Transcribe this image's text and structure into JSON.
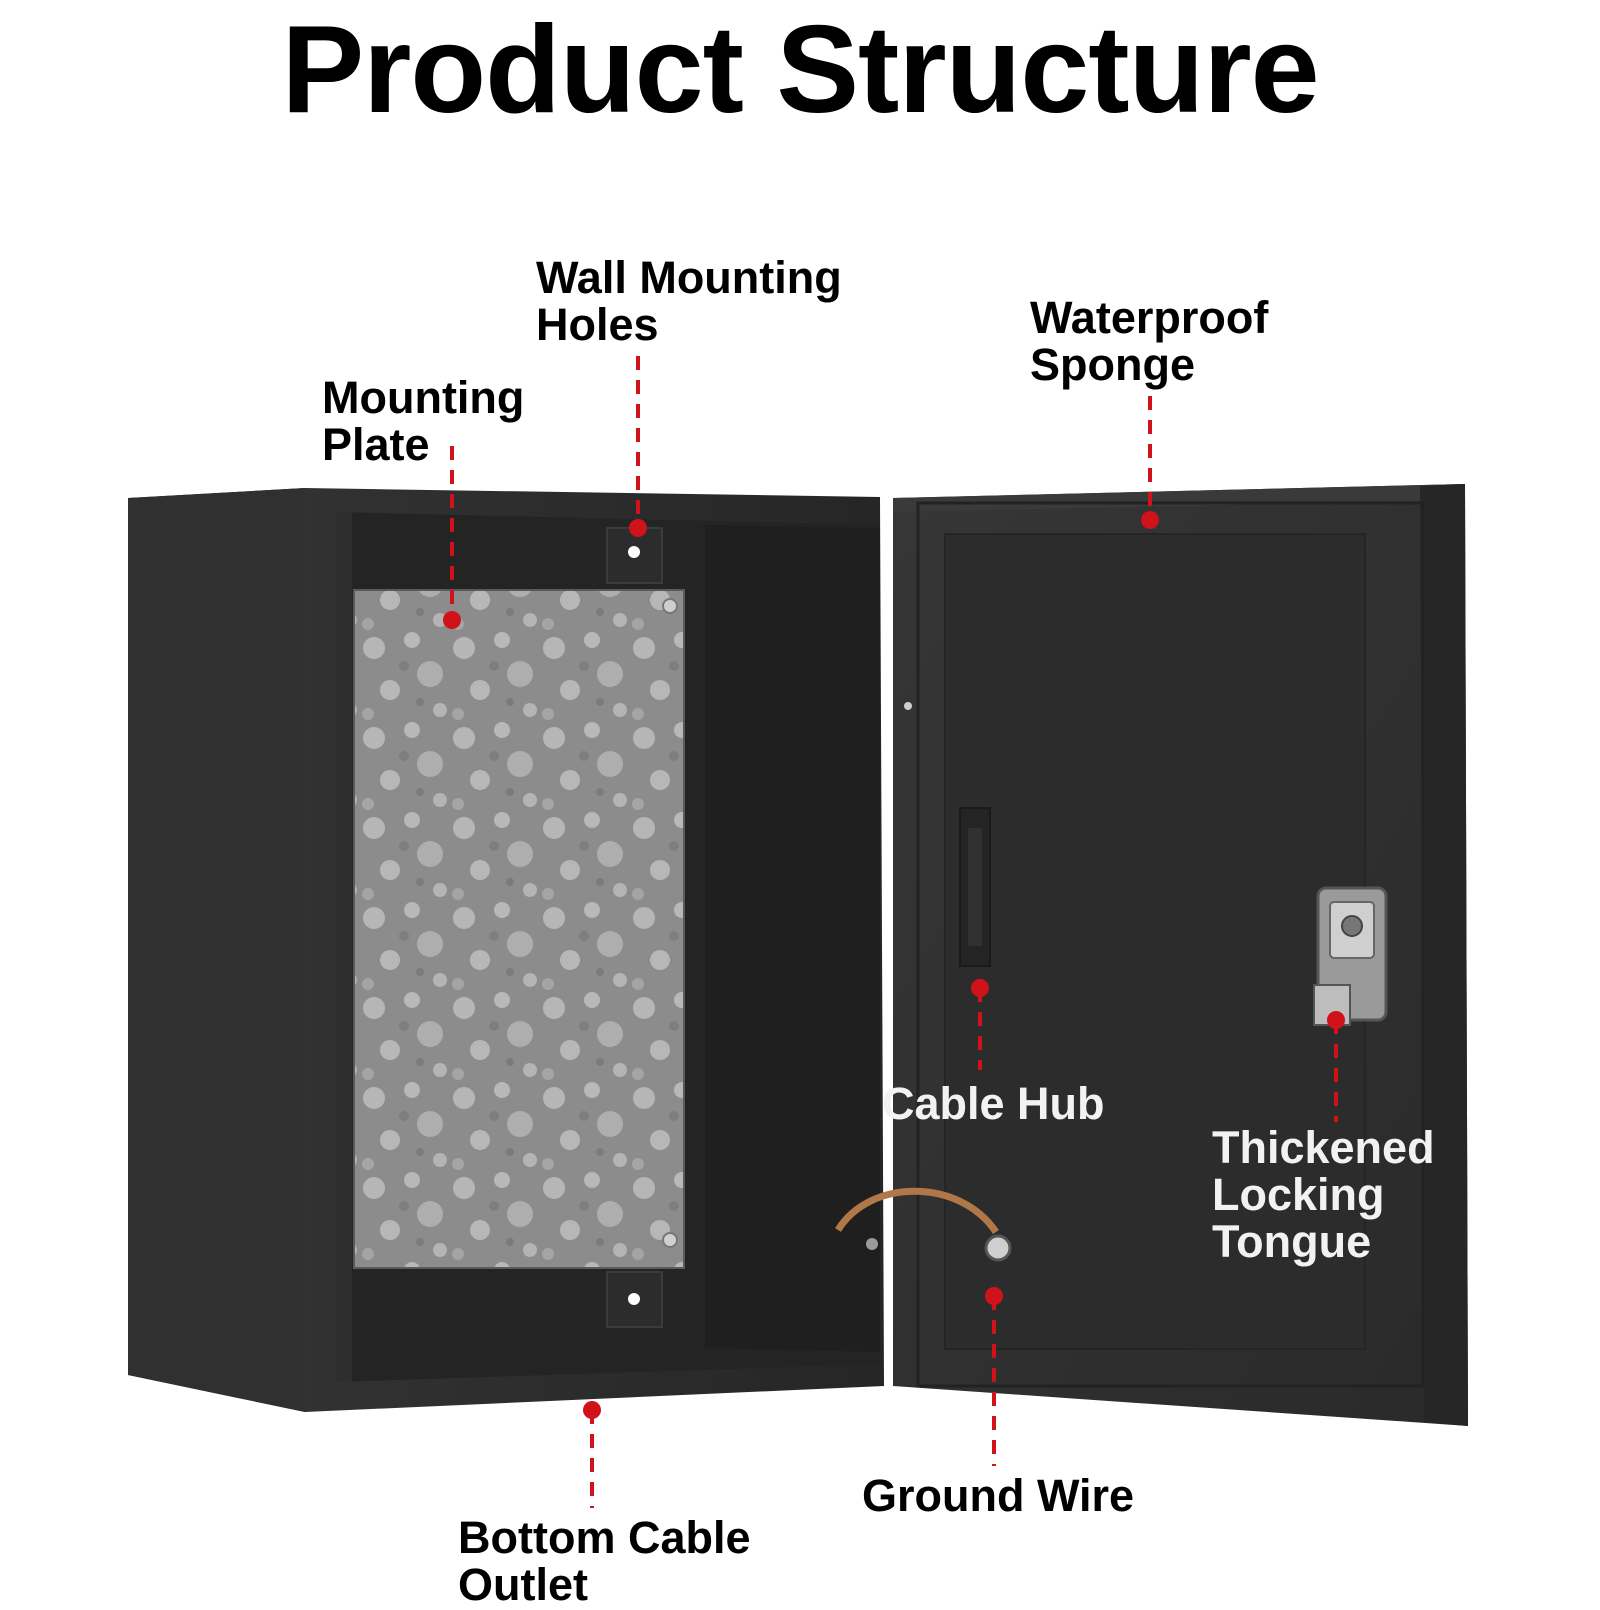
{
  "title": "Product Structure",
  "colors": {
    "background": "#ffffff",
    "enclosure": "#2b2b2b",
    "interior": "#242424",
    "door": "#2f2f2f",
    "callout": "#d0121b",
    "label_dark": "#000000",
    "label_light": "#f2f2f2"
  },
  "labels": {
    "mounting_plate": [
      "Mounting",
      "Plate"
    ],
    "wall_mounting_holes": [
      "Wall Mounting",
      "Holes"
    ],
    "waterproof_sponge": [
      "Waterproof",
      "Sponge"
    ],
    "cable_hub": [
      "Cable Hub"
    ],
    "thickened_locking_tongue": [
      "Thickened",
      "Locking",
      "Tongue"
    ],
    "ground_wire": [
      "Ground Wire"
    ],
    "bottom_cable_outlet": [
      "Bottom Cable",
      "Outlet"
    ]
  }
}
